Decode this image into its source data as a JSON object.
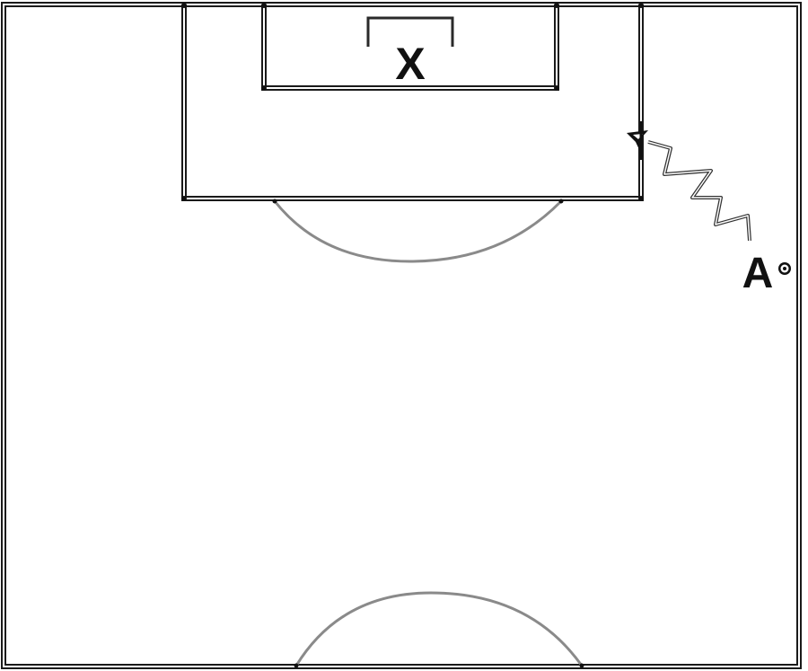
{
  "diagram": {
    "background": "#ffffff",
    "line_color": "#1a1a1a",
    "arc_color": "#8a8a8a",
    "players": [
      {
        "id": "goalkeeper",
        "label": "X"
      },
      {
        "id": "attacker",
        "label": "A"
      }
    ],
    "icons": {
      "goal": "goal-icon",
      "ball": "ball-icon",
      "dribble": "dribble-path-icon",
      "kick": "kick-arrow-icon"
    }
  }
}
